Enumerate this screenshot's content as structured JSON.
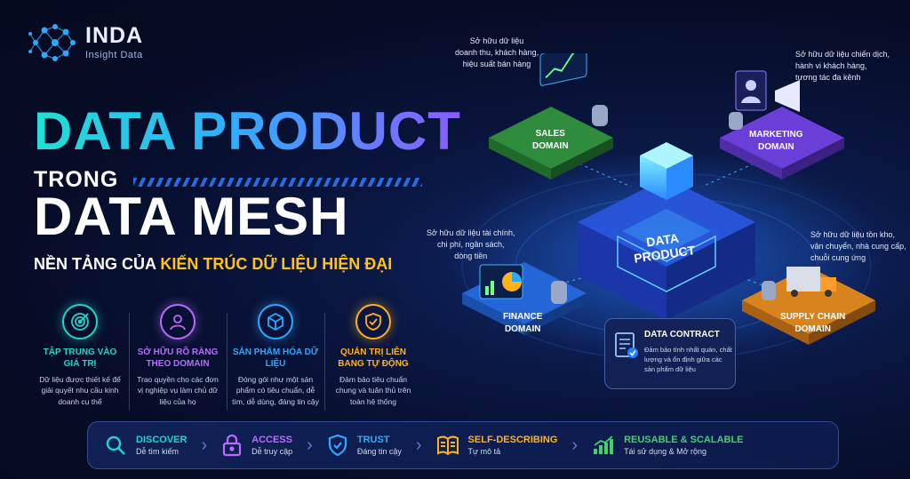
{
  "brand": {
    "name": "INDA",
    "tagline": "Insight Data"
  },
  "headline": {
    "line1": "DATA PRODUCT",
    "line2": "TRONG",
    "line3": "DATA MESH",
    "subtitle_prefix": "NỀN TẢNG CỦA ",
    "subtitle_highlight": "KIẾN TRÚC DỮ LIỆU HIỆN ĐẠI"
  },
  "pillars": [
    {
      "title": "TẬP TRUNG VÀO GIÁ TRỊ",
      "desc": "Dữ liệu được thiết kế để giải quyết nhu cầu kinh doanh cụ thể",
      "color": "#1fd6c8",
      "icon": "target-icon"
    },
    {
      "title": "SỞ HỮU RÕ RÀNG THEO DOMAIN",
      "desc": "Trao quyền cho các đơn vị nghiệp vụ làm chủ dữ liệu của họ",
      "color": "#b76bff",
      "icon": "user-icon"
    },
    {
      "title": "SẢN PHẨM HÓA DỮ LIỆU",
      "desc": "Đóng gói như một sản phẩm có tiêu chuẩn, dễ tìm, dễ dùng, đáng tin cậy",
      "color": "#2fa8ff",
      "icon": "cube-icon"
    },
    {
      "title": "QUẢN TRỊ LIÊN BANG TỰ ĐỘNG",
      "desc": "Đảm bảo tiêu chuẩn chung và tuân thủ trên toàn hệ thống",
      "color": "#ffb21a",
      "icon": "shield-check-icon"
    }
  ],
  "bar": [
    {
      "title": "DISCOVER",
      "sub": "Dễ tìm kiếm",
      "color": "#1fd6c8",
      "icon": "search-icon"
    },
    {
      "title": "ACCESS",
      "sub": "Dễ truy cập",
      "color": "#b76bff",
      "icon": "lock-icon"
    },
    {
      "title": "TRUST",
      "sub": "Đáng tin cậy",
      "color": "#2fa8ff",
      "icon": "shield-check-icon"
    },
    {
      "title": "SELF-DESCRIBING",
      "sub": "Tự mô tả",
      "color": "#ffb21a",
      "icon": "book-icon"
    },
    {
      "title": "REUSABLE & SCALABLE",
      "sub": "Tái sử dụng & Mở rộng",
      "color": "#44d16a",
      "icon": "growth-chart-icon"
    }
  ],
  "domains": {
    "sales": {
      "label": "SALES\nDOMAIN",
      "note": "Sở hữu dữ liệu\ndoanh thu, khách hàng,\nhiệu suất bán hàng"
    },
    "marketing": {
      "label": "MARKETING\nDOMAIN",
      "note": "Sở hữu dữ liệu chiến dịch,\nhành vi khách hàng,\ntương tác đa kênh"
    },
    "finance": {
      "label": "FINANCE\nDOMAIN",
      "note": "Sở hữu dữ liệu tài chính,\nchi phí, ngân sách,\ndòng tiền"
    },
    "supply": {
      "label": "SUPPLY CHAIN\nDOMAIN",
      "note": "Sở hữu dữ liệu tồn kho,\nvận chuyển, nhà cung cấp,\nchuỗi cung ứng"
    },
    "center": {
      "label": "DATA\nPRODUCT"
    }
  },
  "contract": {
    "title": "DATA CONTRACT",
    "desc": "Đảm bảo tính nhất quán, chất lượng và ổn định giữa các sản phẩm dữ liệu"
  }
}
